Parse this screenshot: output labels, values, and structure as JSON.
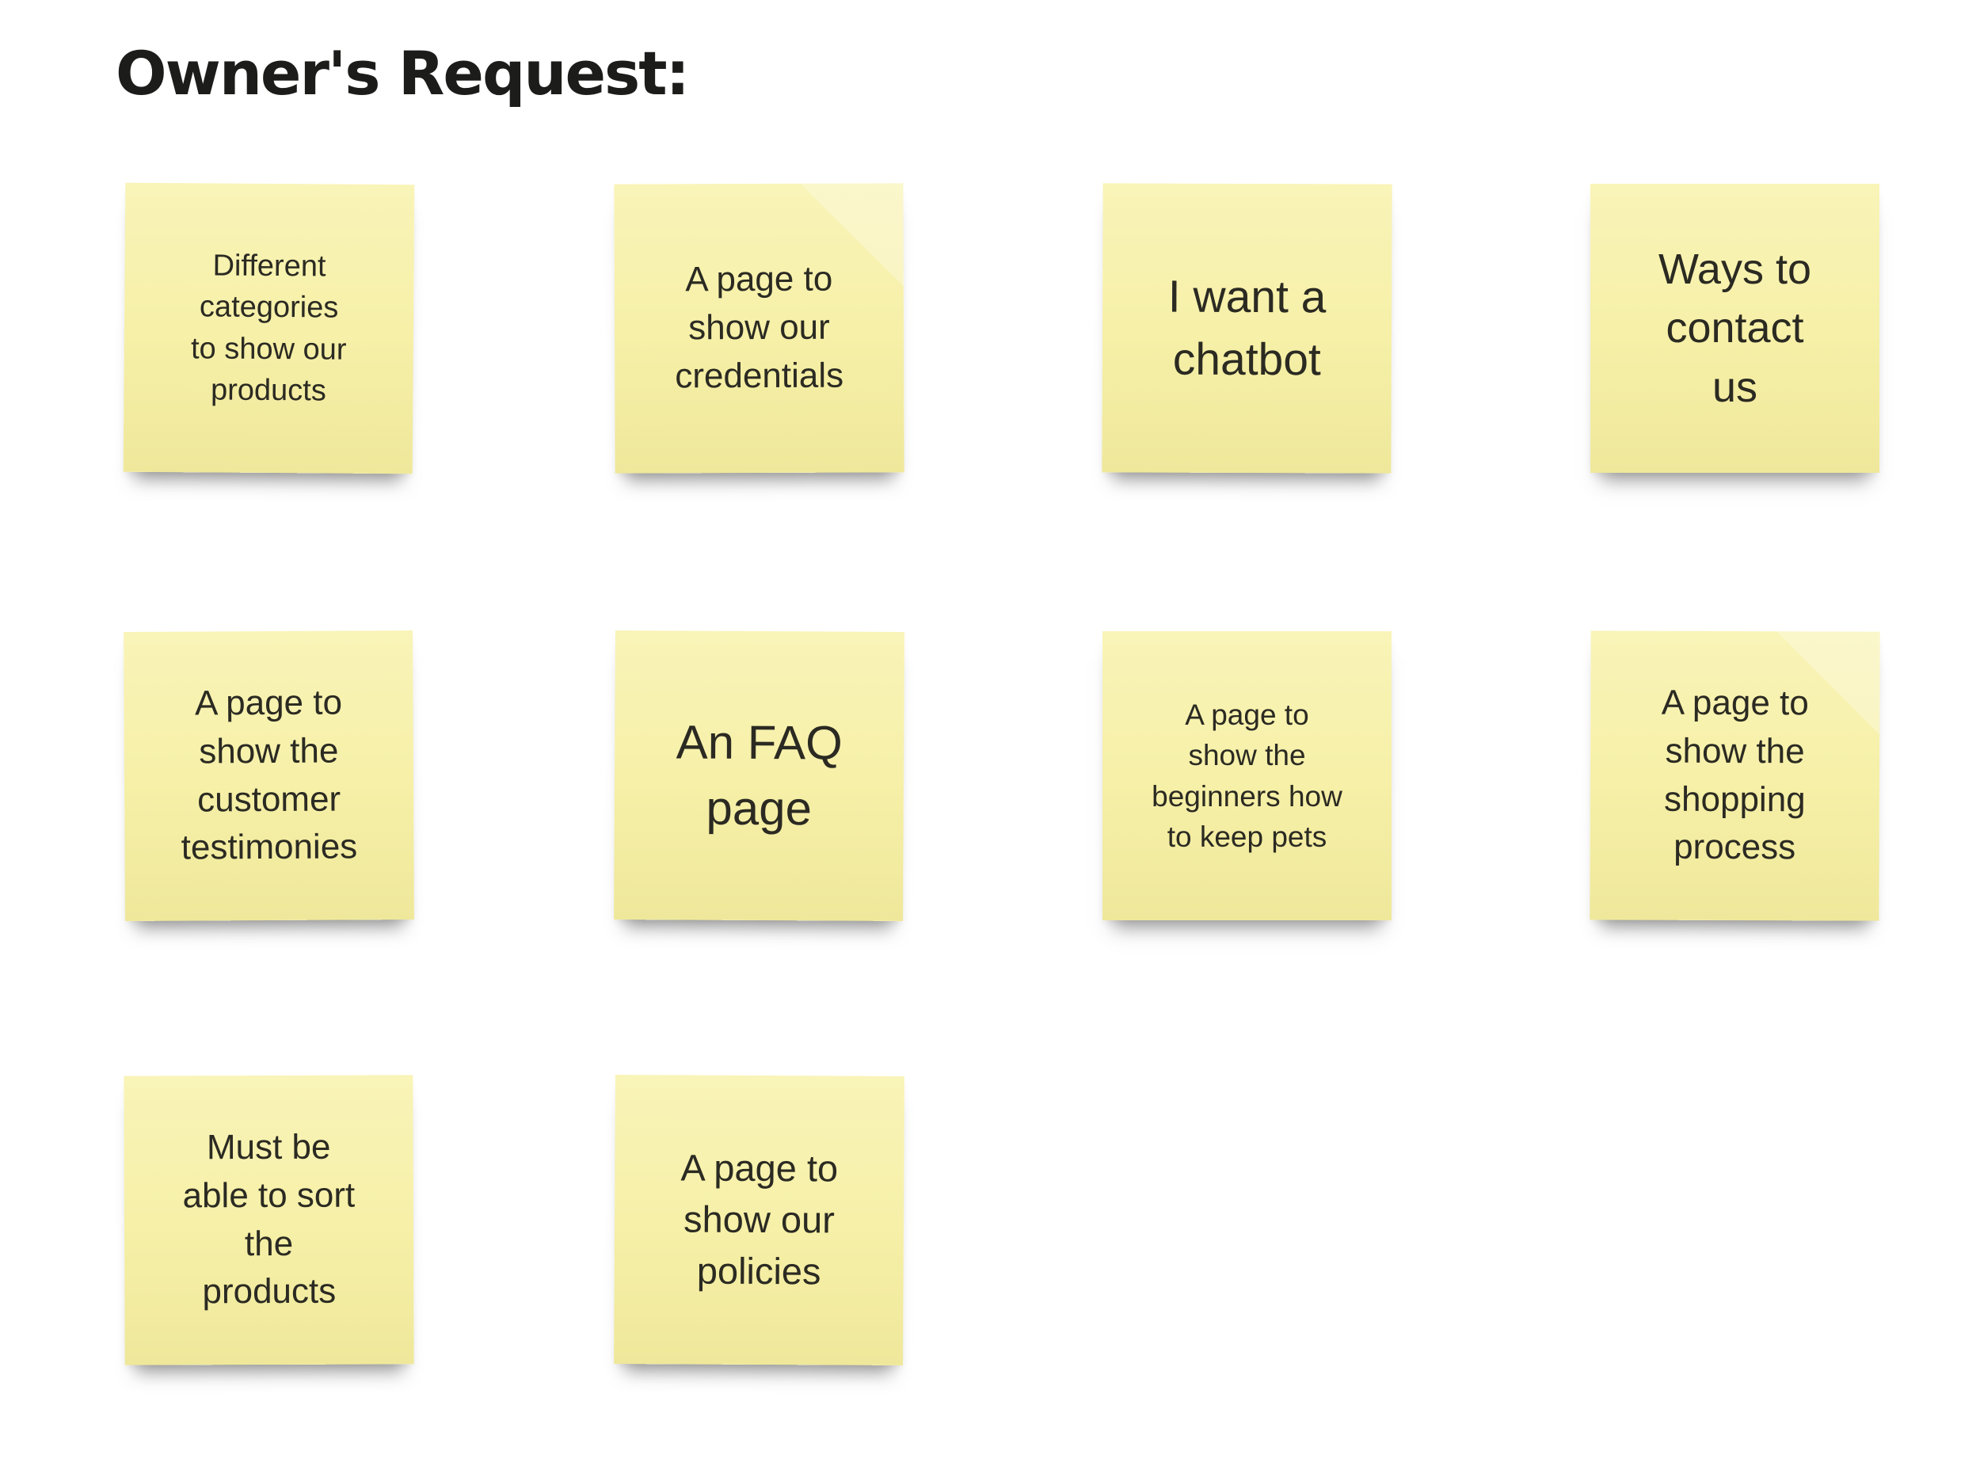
{
  "page": {
    "title": "Owner's Request:"
  },
  "colors": {
    "background": "#ffffff",
    "note_background": "#f6f0a8",
    "note_text": "#2b2a22",
    "title_text": "#1c1c1a"
  },
  "notes": [
    {
      "text": "Different\ncategories\nto show our\nproducts"
    },
    {
      "text": "A page to\nshow our\ncredentials"
    },
    {
      "text": "I want a\nchatbot"
    },
    {
      "text": "Ways to\ncontact\nus"
    },
    {
      "text": "A page to\nshow the\ncustomer\ntestimonies"
    },
    {
      "text": "An FAQ\npage"
    },
    {
      "text": "A page to\nshow the\nbeginners how\nto keep pets"
    },
    {
      "text": "A page to\nshow the\nshopping\nprocess"
    },
    {
      "text": "Must be\nable to sort\nthe\nproducts"
    },
    {
      "text": "A page to\nshow our\npolicies"
    }
  ]
}
